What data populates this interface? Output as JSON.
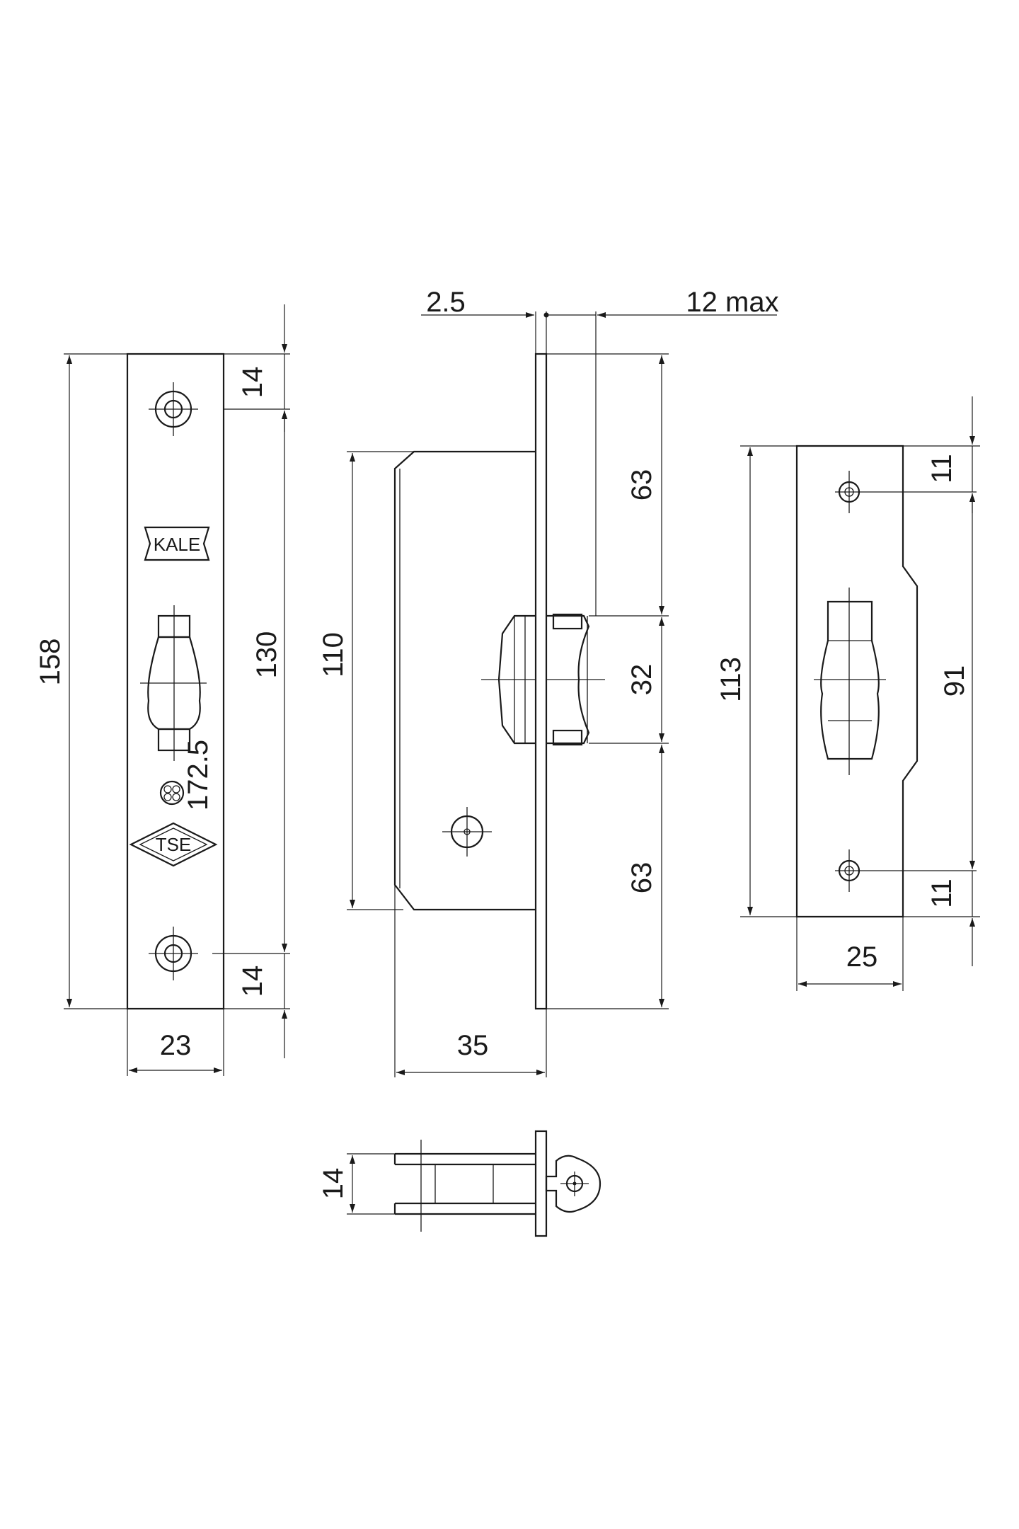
{
  "colors": {
    "line": "#1a1a1a",
    "background": "#ffffff"
  },
  "faceplate": {
    "height": "158",
    "hole_top": "14",
    "hole_spacing": "130",
    "hole_bottom": "14",
    "width": "23",
    "backset_mark": "172.5",
    "brand_logo": "KALE",
    "cert_logo": "TSE"
  },
  "side_view": {
    "plate_thickness": "2.5",
    "latch_projection": "12 max",
    "upper_section": "63",
    "latch_height": "32",
    "lower_section": "63",
    "body_height": "110",
    "body_depth": "35"
  },
  "strike_plate": {
    "height": "113",
    "hole_top": "11",
    "hole_spacing": "91",
    "hole_bottom": "11",
    "width": "25"
  },
  "top_view": {
    "thickness": "14"
  }
}
